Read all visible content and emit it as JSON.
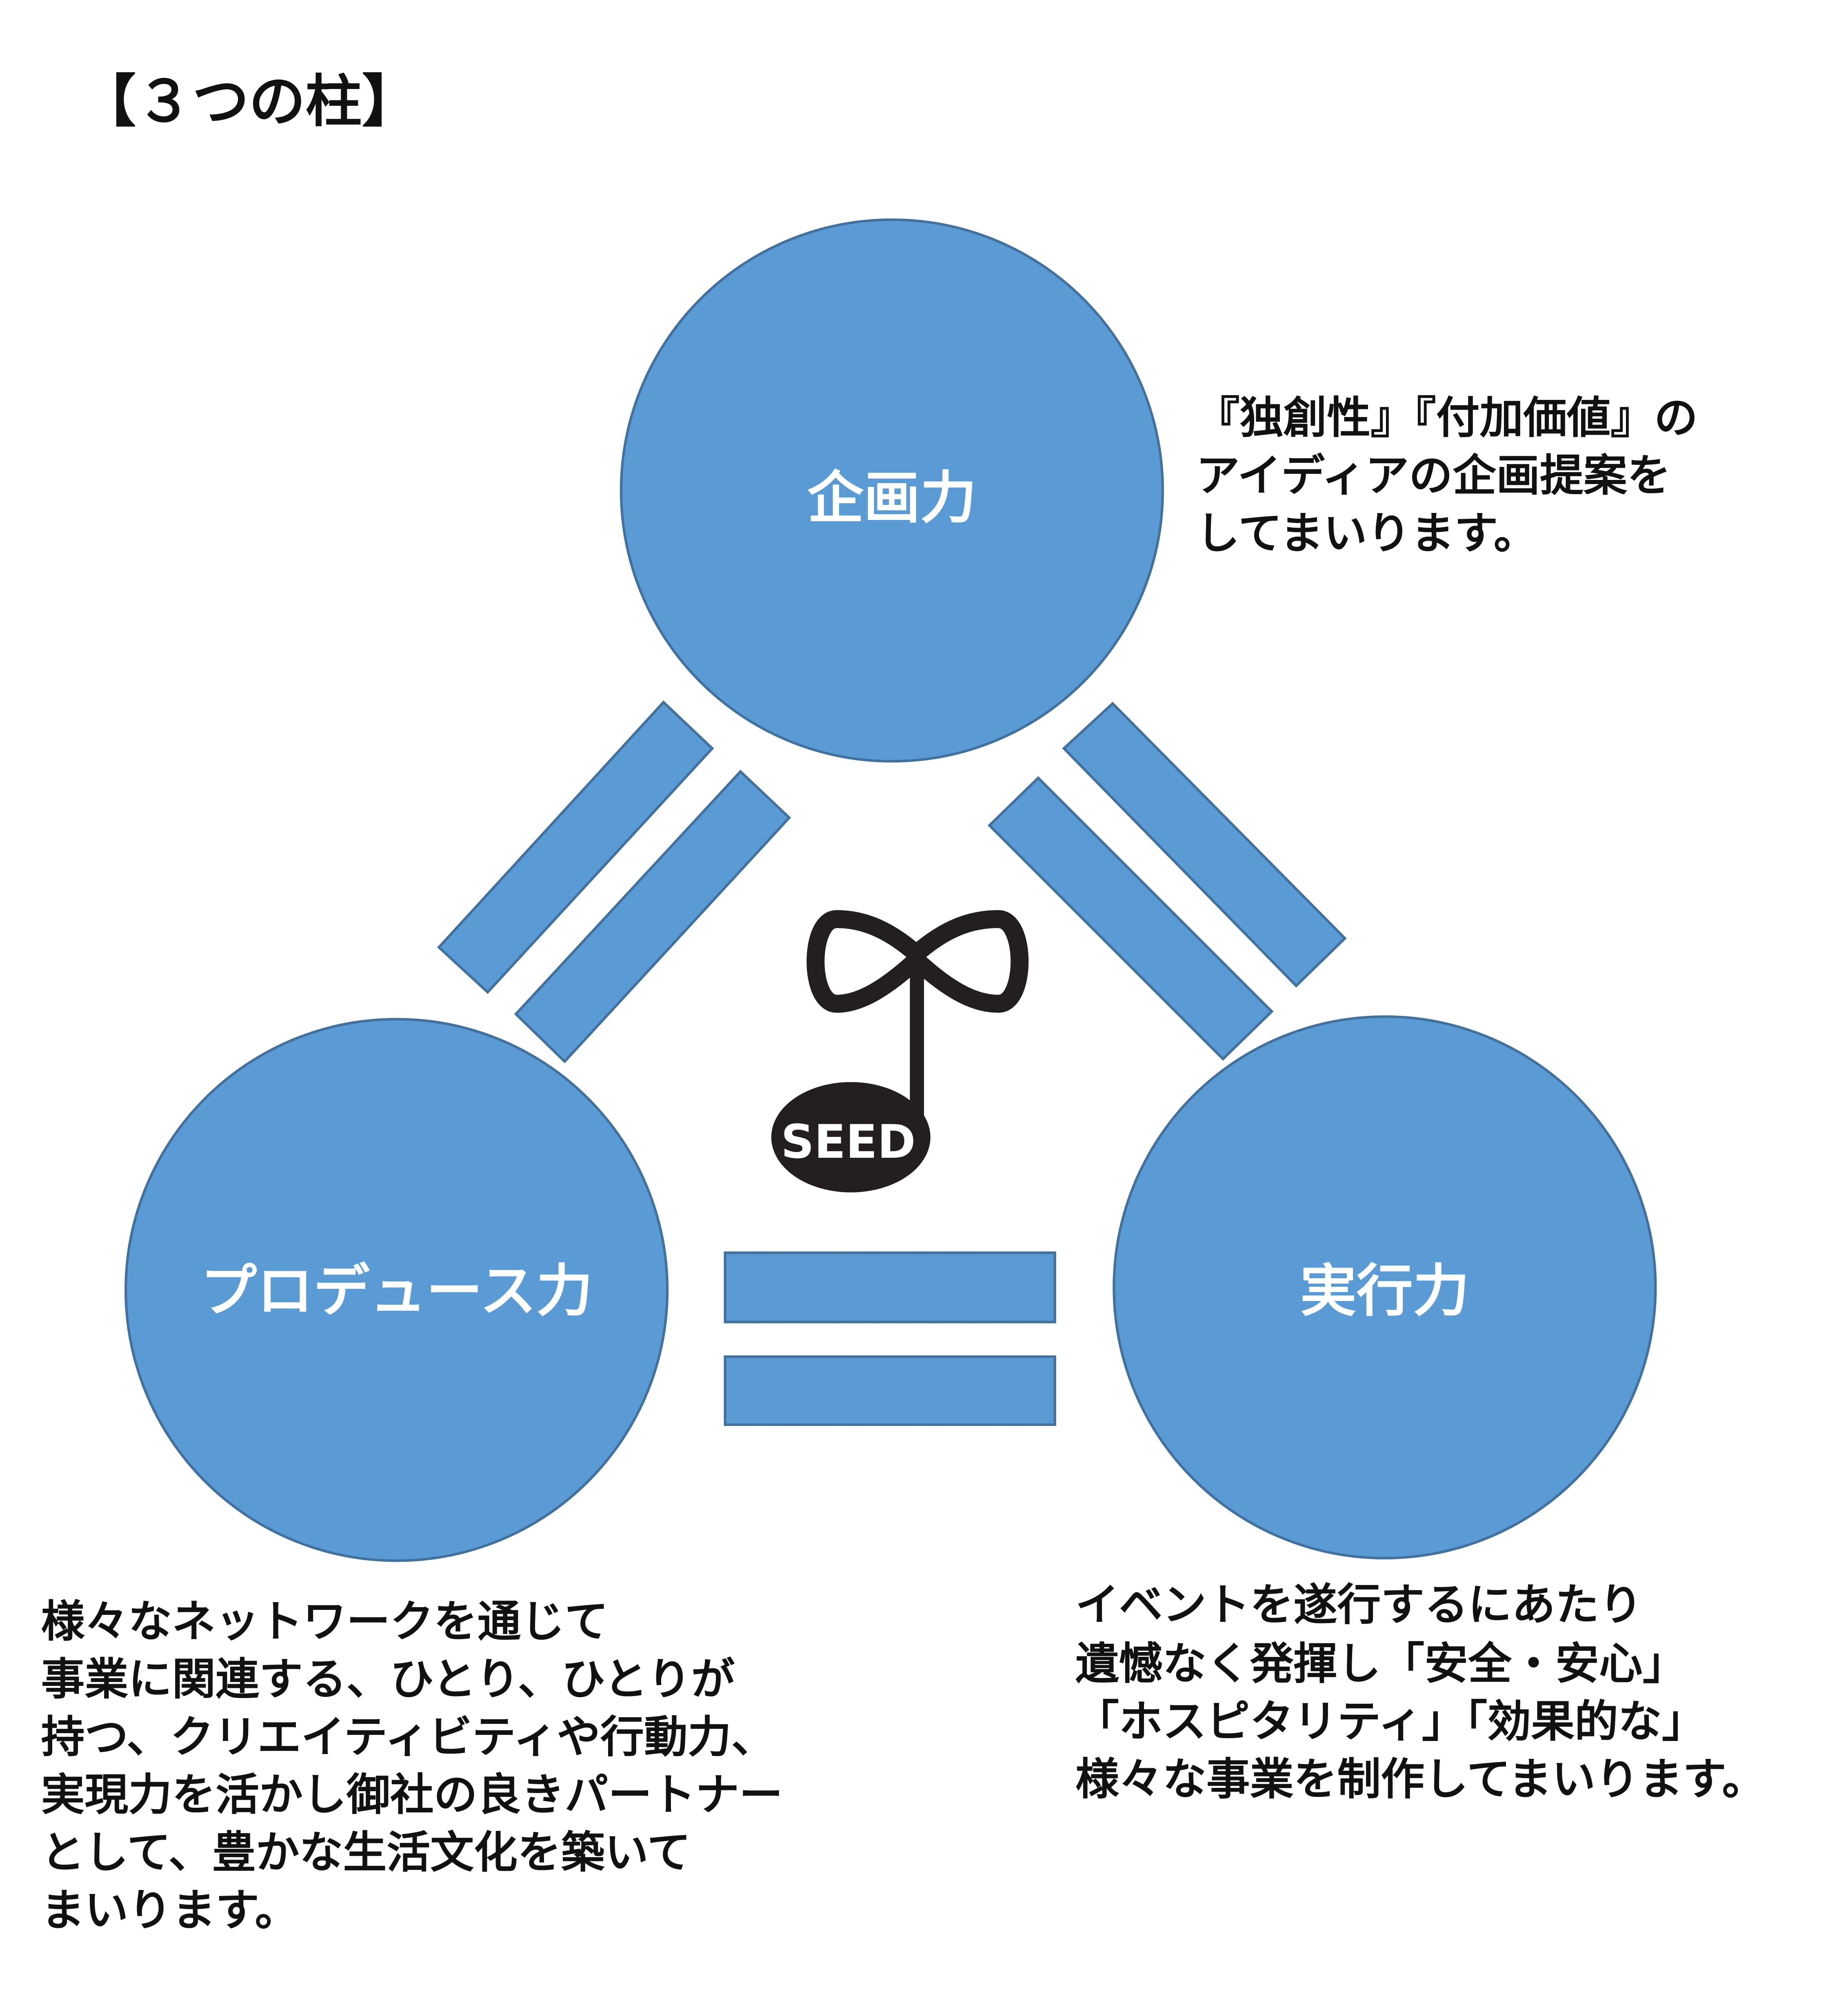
{
  "title": "【３つの柱】",
  "colors": {
    "circle_fill": "#5b9bd5",
    "circle_stroke": "#41719c",
    "logo": "#231f20",
    "text": "#111111"
  },
  "logo": {
    "text": "SEED"
  },
  "pillars": {
    "planning": {
      "label": "企画力",
      "description": [
        "『独創性』『付加価値』の",
        "アイディアの企画提案を",
        "してまいります。"
      ]
    },
    "produce": {
      "label": "プロデュース力",
      "description": [
        "様々なネットワークを通じて",
        "事業に関連する、ひとり、ひとりが",
        "持つ、クリエイティビティや行動力、",
        "実現力を活かし御社の良きパートナー",
        "として、豊かな生活文化を築いて",
        "まいります。"
      ]
    },
    "execution": {
      "label": "実行力",
      "description": [
        "イベントを遂行するにあたり",
        "遺憾なく発揮し「安全・安心」",
        "「ホスピタリティ」「効果的な」",
        "様々な事業を制作してまいります。"
      ]
    }
  }
}
